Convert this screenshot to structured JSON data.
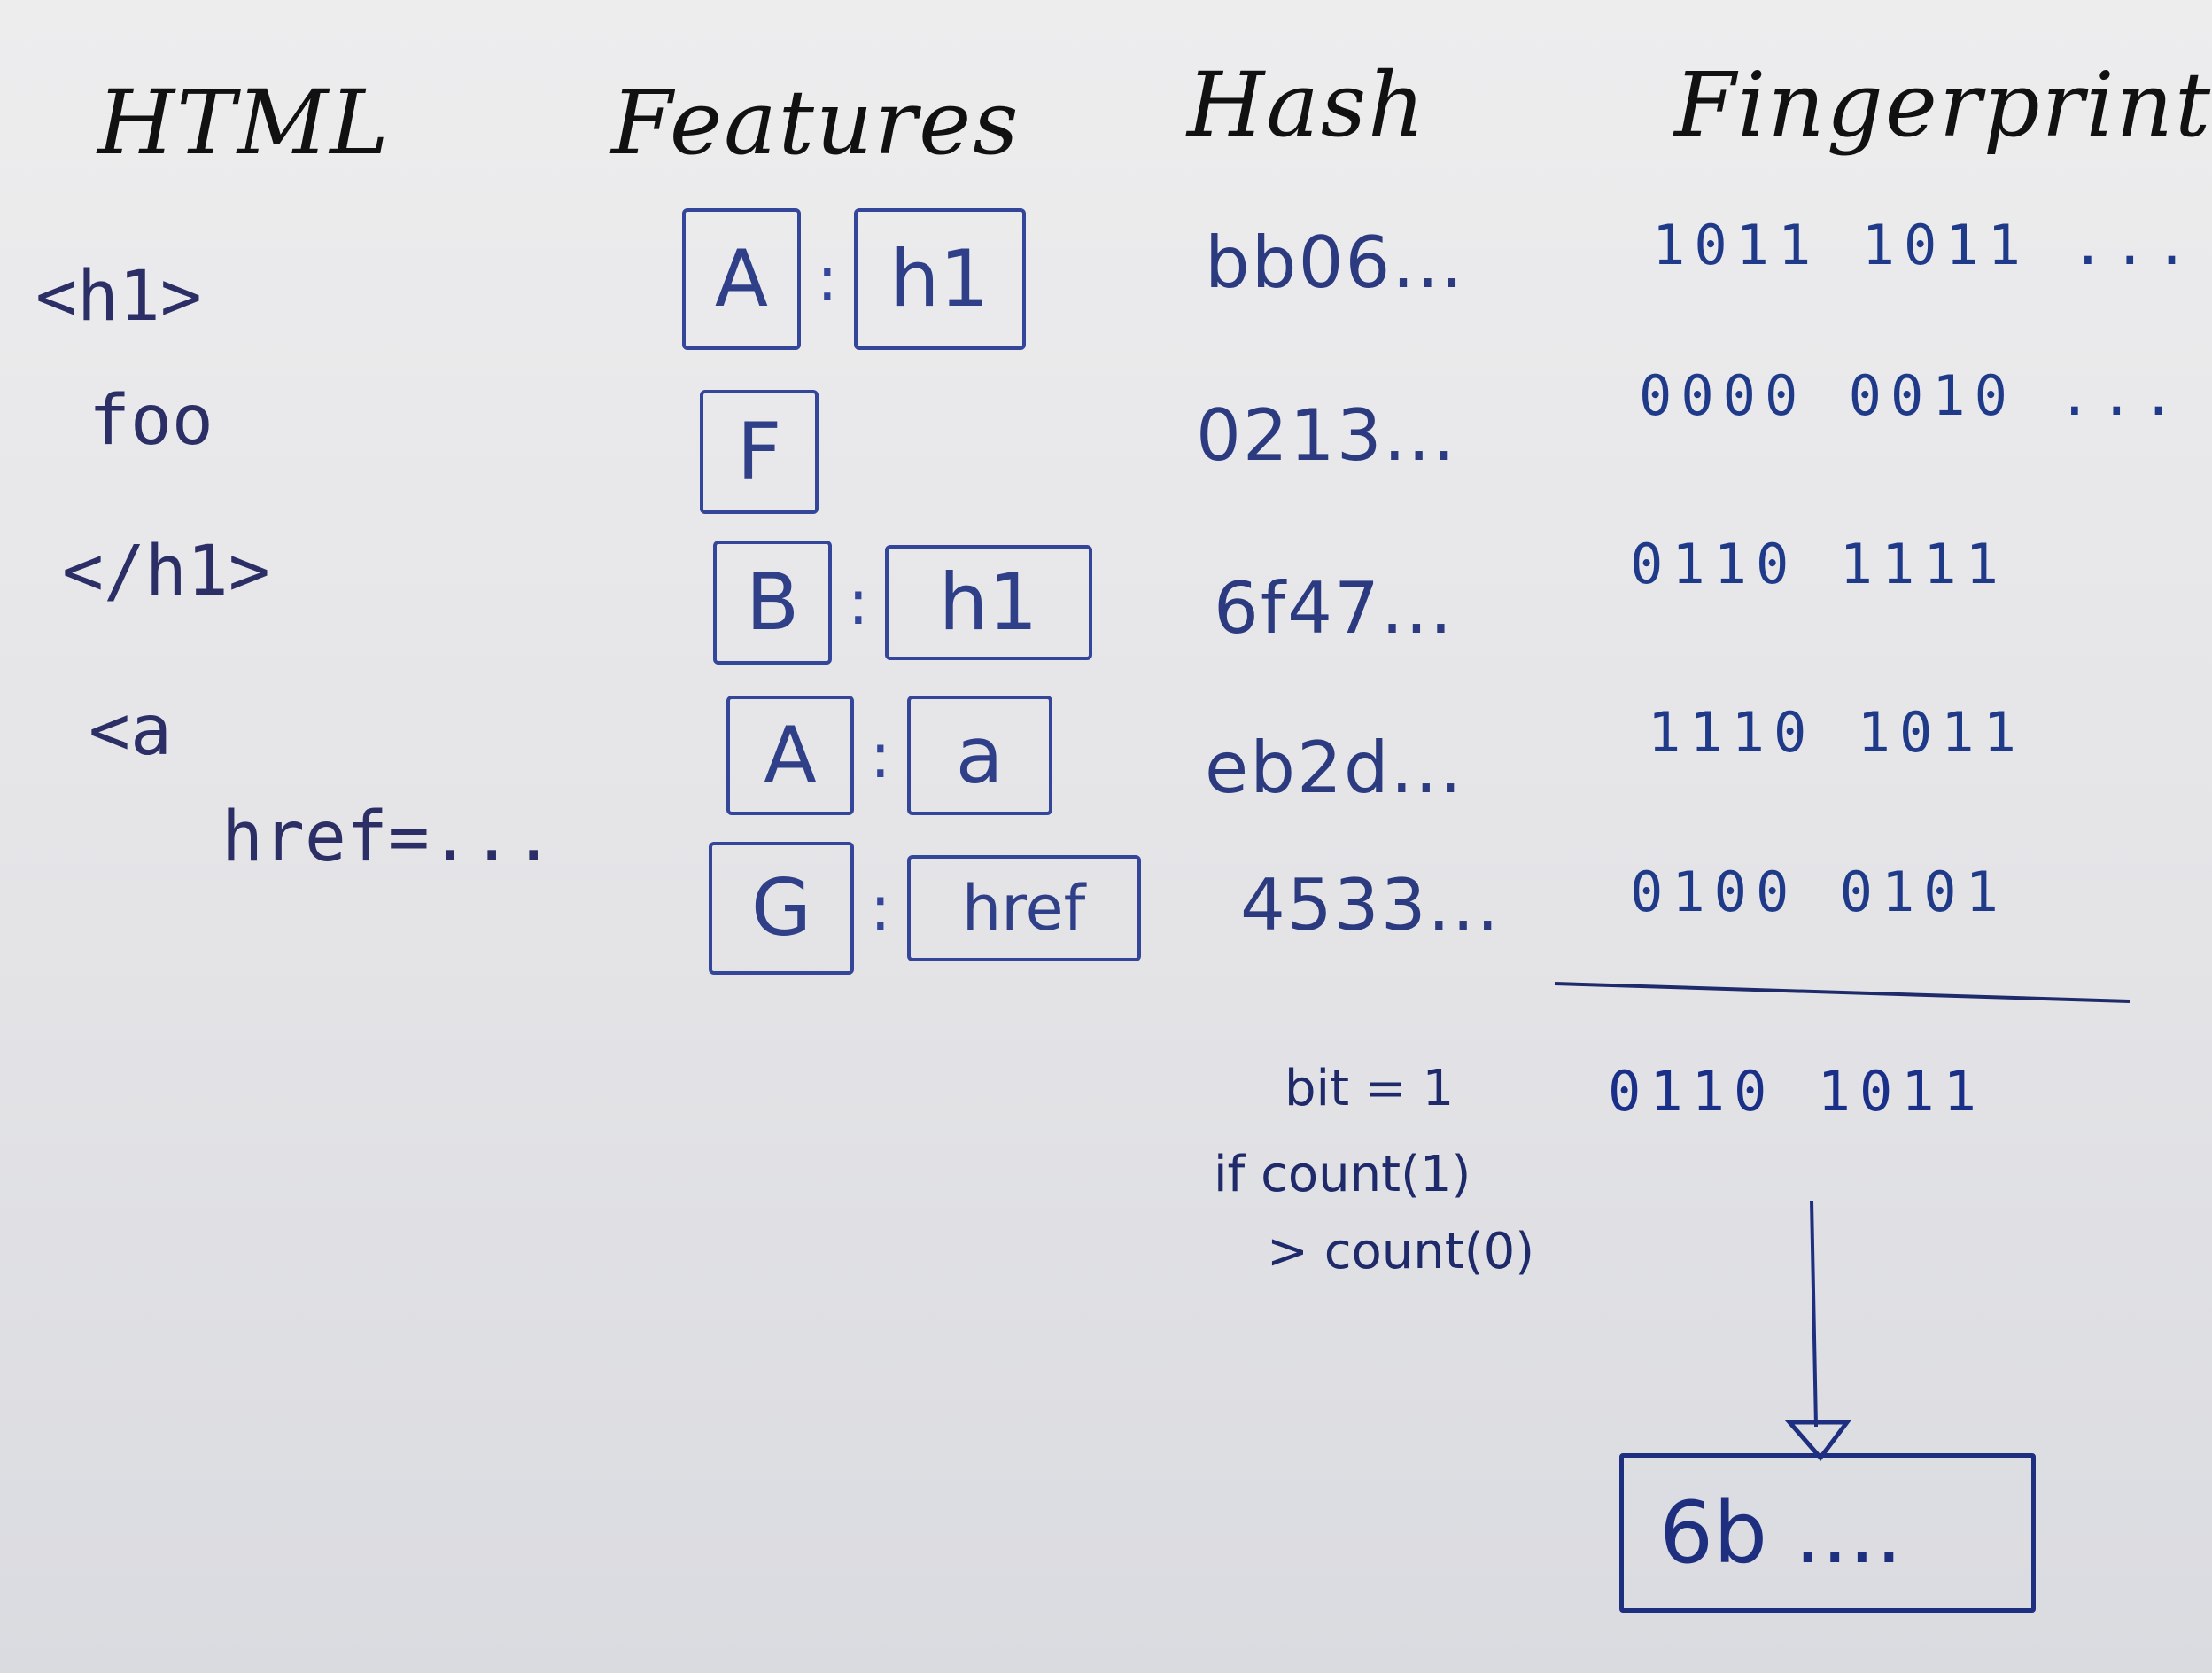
{
  "headers": {
    "html": "HTML",
    "features": "Features",
    "hash": "Hash",
    "fingerprint": "Fingerprint"
  },
  "html_lines": [
    "<h1>",
    "foo",
    "</h1>",
    "<a",
    "href=..."
  ],
  "features": [
    {
      "type": "A",
      "value": "h1"
    },
    {
      "type": "F",
      "value": ""
    },
    {
      "type": "B",
      "value": "h1"
    },
    {
      "type": "A",
      "value": "a"
    },
    {
      "type": "G",
      "value": "href"
    }
  ],
  "hashes": [
    "bb06...",
    "0213...",
    "6f47...",
    "eb2d...",
    "4533..."
  ],
  "fingerprints": [
    "1011 1011 ...",
    "0000 0010 ...",
    "0110 1111",
    "1110 1011",
    "0100 0101"
  ],
  "combined_fingerprint": "0110 1011",
  "rule": {
    "line1": "bit = 1",
    "line2": "if count(1)",
    "line3": "> count(0)"
  },
  "result": "6b ....",
  "colors": {
    "marker_black": "#111111",
    "marker_blue": "#2f3f88"
  }
}
